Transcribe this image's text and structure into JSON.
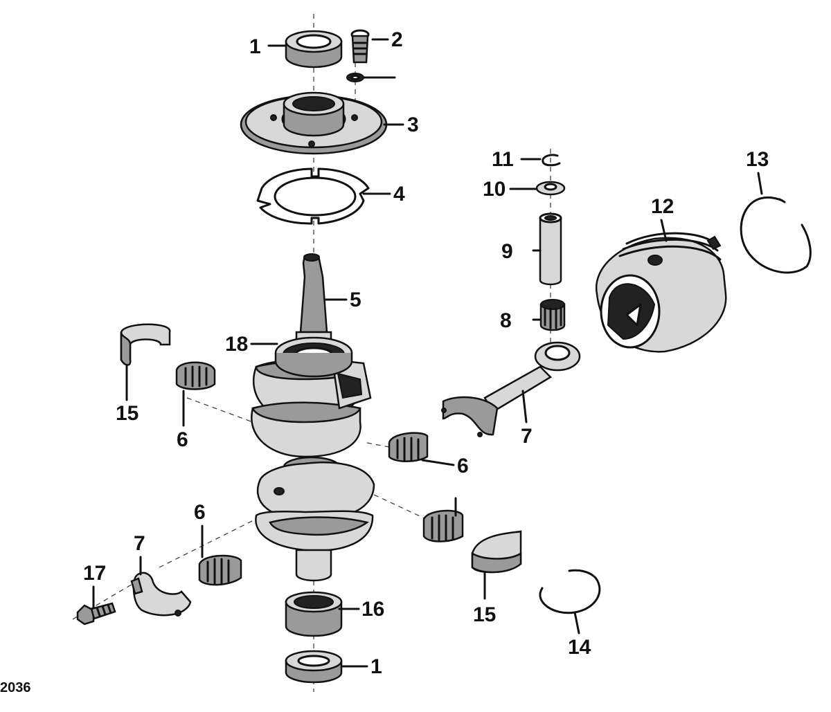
{
  "figure_code": "2036",
  "callouts": {
    "c1a": "1",
    "c2": "2",
    "c3": "3",
    "c4": "4",
    "c5": "5",
    "c6a": "6",
    "c6b": "6",
    "c6c": "6",
    "c7a": "7",
    "c7b": "7",
    "c8": "8",
    "c9": "9",
    "c10": "10",
    "c11": "11",
    "c12": "12",
    "c13": "13",
    "c14": "14",
    "c15a": "15",
    "c15b": "15",
    "c16": "16",
    "c17": "17",
    "c18": "18",
    "c1b": "1"
  }
}
